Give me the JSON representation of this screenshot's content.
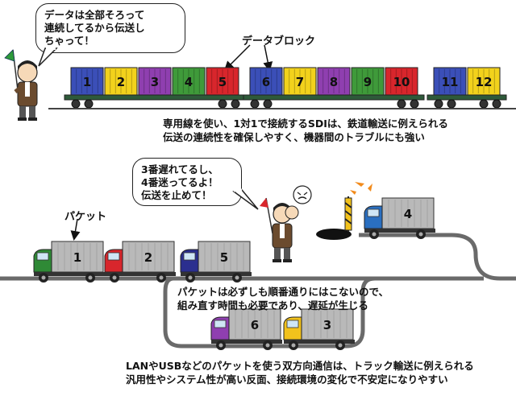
{
  "top_bubble": {
    "lines": [
      "データは全部そろって",
      "連続してるから伝送し",
      "ちゃって！"
    ]
  },
  "data_block_label": "データブロック",
  "containers": [
    {
      "n": "1",
      "color": "#3b4fb8"
    },
    {
      "n": "2",
      "color": "#f2d21c"
    },
    {
      "n": "3",
      "color": "#8f3fb0"
    },
    {
      "n": "4",
      "color": "#3f9a3a"
    },
    {
      "n": "5",
      "color": "#d8262c"
    },
    {
      "n": "6",
      "color": "#3b4fb8"
    },
    {
      "n": "7",
      "color": "#f2d21c"
    },
    {
      "n": "8",
      "color": "#8f3fb0"
    },
    {
      "n": "9",
      "color": "#3f9a3a"
    },
    {
      "n": "10",
      "color": "#d8262c"
    },
    {
      "n": "11",
      "color": "#3b4fb8"
    },
    {
      "n": "12",
      "color": "#f2d21c"
    }
  ],
  "sdi_caption": {
    "line1": "専用線を使い、1対1で接続するSDIは、鉄道輸送に例えられる",
    "line2": "伝送の連続性を確保しやすく、機器間のトラブルにも強い"
  },
  "mid_bubble": {
    "lines": [
      "3番遅れてるし、",
      "4番迷ってるよ！",
      "伝送を止めて！"
    ]
  },
  "packet_label": "パケット",
  "trucks_top": [
    {
      "n": "1",
      "cab": "#2f8a36"
    },
    {
      "n": "2",
      "cab": "#d8262c"
    },
    {
      "n": "5",
      "cab": "#2b2f8f"
    }
  ],
  "truck_lost": {
    "n": "4",
    "cab": "#2a6fc0"
  },
  "trucks_bottom": [
    {
      "n": "6",
      "cab": "#8f3fb0"
    },
    {
      "n": "3",
      "cab": "#f2c21c"
    }
  ],
  "order_caption": {
    "line1": "パケットは必ずしも順番通りにはこないので、",
    "line2": "組み直す時間も必要であり、遅延が生じる"
  },
  "lan_caption": {
    "line1": "LANやUSBなどのパケットを使う双方向通信は、トラック輸送に例えられる",
    "line2": "汎用性やシステム性が高い反面、接続環境の変化で不安定になりやすい"
  }
}
